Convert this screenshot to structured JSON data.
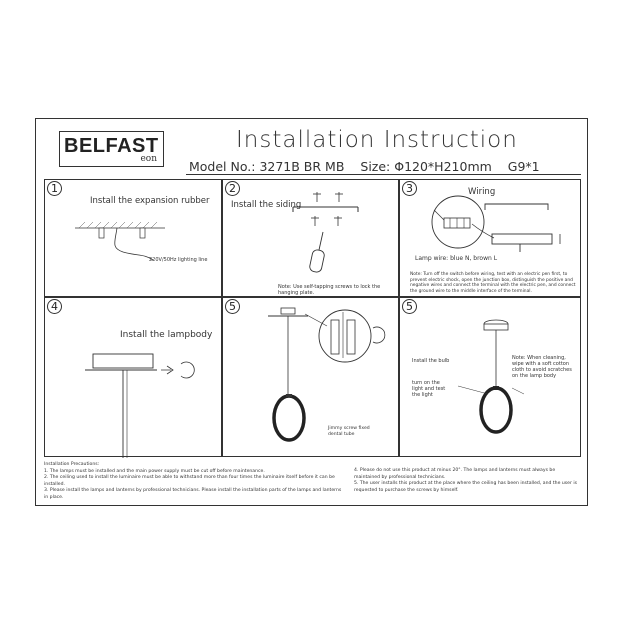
{
  "header": {
    "logo_brand": "BELFAST",
    "logo_sub": "eon",
    "title": "Installation Instruction",
    "model": "Model No.: 3271B BR MB",
    "size": "Size: Φ120*H210mm",
    "bulb": "G9*1"
  },
  "steps": [
    {
      "num": "1",
      "title": "Install the expansion rubber",
      "label": "220V/50Hz lighting line"
    },
    {
      "num": "2",
      "title": "Install the siding",
      "note": "Note: Use self-tapping screws to lock the hanging plate."
    },
    {
      "num": "3",
      "title": "Wiring",
      "lamp_wire": "Lamp wire: blue N, brown L",
      "note": "Note: Turn off the switch before wiring, test with an electric pen first, to prevent electric shock, open the junction box, distinguish the positive and negative wires and connect the terminal with the electric pen, and connect the ground wire to the middle interface of the terminal."
    },
    {
      "num": "4",
      "title": "Install the lampbody"
    },
    {
      "num": "5",
      "label": "Jimmy screw fixed dental tube"
    },
    {
      "num": "5",
      "bulb_label": "Install the bulb",
      "turn_label": "turn on the light and test the light",
      "note": "Note: When cleaning, wipe with a soft cotton cloth to avoid scratches on the lamp body"
    }
  ],
  "precautions": {
    "heading": "Installation Precautions:",
    "left": [
      "1. The lamps must be installed and the main power supply must be cut off before maintenance.",
      "2. The ceiling used to install the luminaire must be able to withstand more than four times the luminaire itself before it can be installed.",
      "3. Please install the lamps and lanterns by professional technicians. Please install the installation parts of the lamps and lanterns in place."
    ],
    "right": [
      "4. Please do not use this product at minus 20°. The lamps and lanterns must always be maintained by professional technicians.",
      "5. The user installs this product at the place where the ceiling has been installed, and the user is requested to purchase the screws by himself."
    ]
  }
}
